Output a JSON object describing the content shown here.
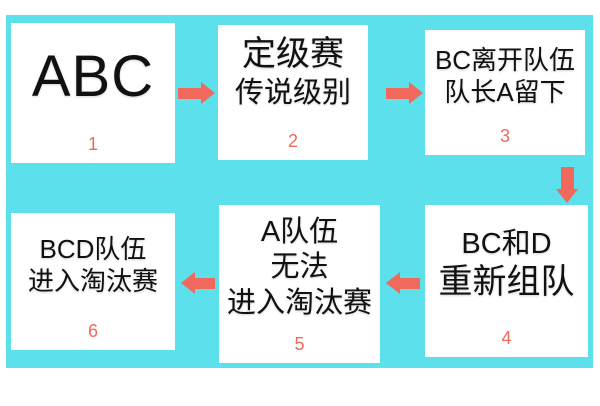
{
  "colors": {
    "page-bg": "#ffffff",
    "canvas-bg": "#5ce0ec",
    "box-bg": "#ffffff",
    "arrow": "#f0695c",
    "number": "#f0695c",
    "text": "#111111"
  },
  "boxes": [
    {
      "number": "1",
      "lines": [
        "ABC"
      ]
    },
    {
      "number": "2",
      "lines": [
        "定级赛",
        "传说级别"
      ]
    },
    {
      "number": "3",
      "lines": [
        "BC离开队伍",
        "队长A留下"
      ]
    },
    {
      "number": "4",
      "lines": [
        "BC和D",
        "重新组队"
      ]
    },
    {
      "number": "5",
      "lines": [
        "A队伍",
        "无法",
        "进入淘汰赛"
      ]
    },
    {
      "number": "6",
      "lines": [
        "BCD队伍",
        "进入淘汰赛"
      ]
    }
  ],
  "arrows": [
    {
      "from": "1",
      "to": "2",
      "direction": "right"
    },
    {
      "from": "2",
      "to": "3",
      "direction": "right"
    },
    {
      "from": "3",
      "to": "4",
      "direction": "down"
    },
    {
      "from": "4",
      "to": "5",
      "direction": "left"
    },
    {
      "from": "5",
      "to": "6",
      "direction": "left"
    }
  ]
}
